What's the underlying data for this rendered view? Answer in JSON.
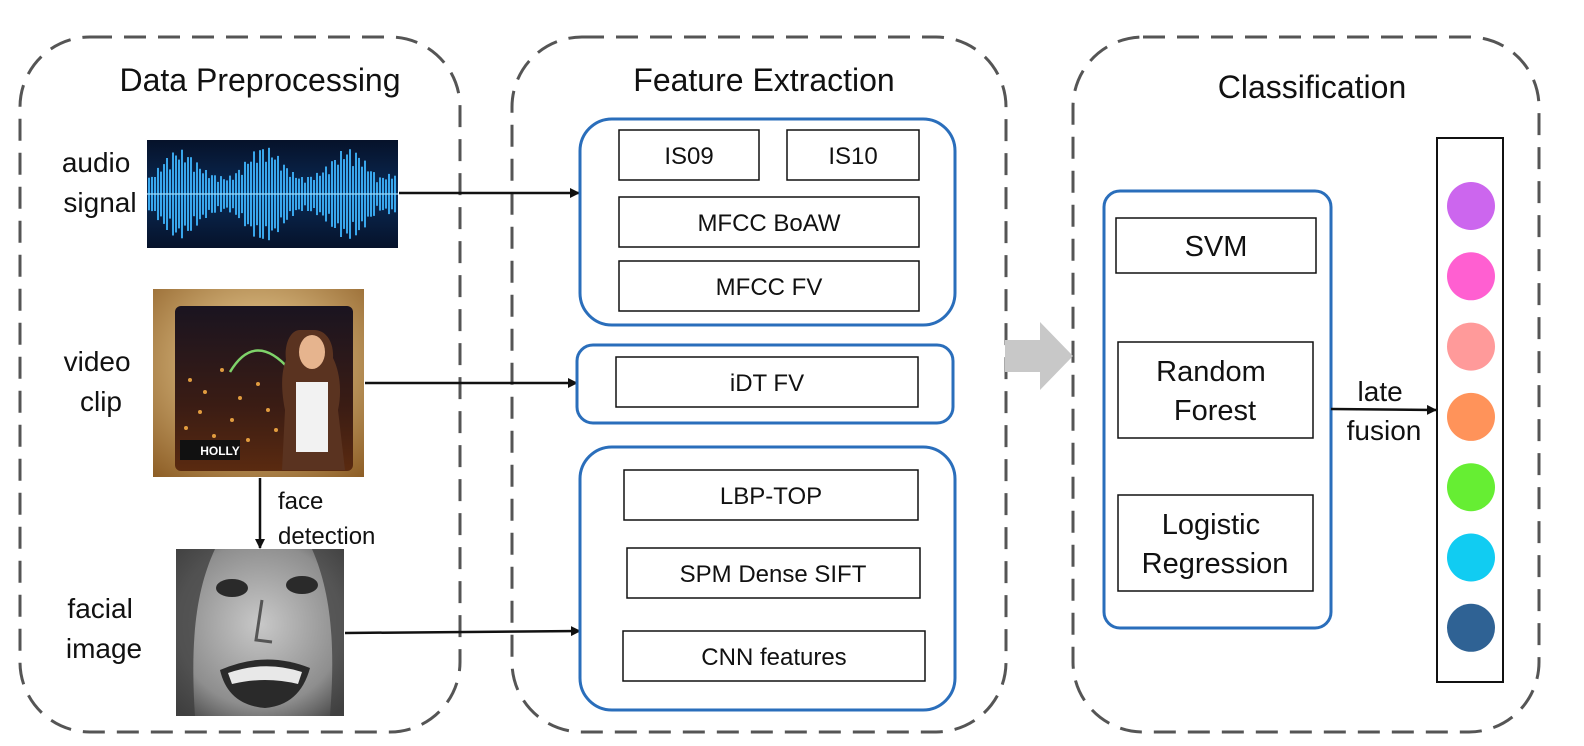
{
  "panels": {
    "preprocessing": {
      "title": "Data Preprocessing"
    },
    "extraction": {
      "title": "Feature Extraction"
    },
    "classification": {
      "title": "Classification"
    }
  },
  "inputs": {
    "audio": [
      "audio",
      "signal"
    ],
    "video": [
      "video",
      "clip"
    ],
    "face_detection": [
      "face",
      "detection"
    ],
    "facial": [
      "facial",
      "image"
    ],
    "video_caption": "HOLLY"
  },
  "features": {
    "audio": [
      "IS09",
      "IS10",
      "MFCC BoAW",
      "MFCC FV"
    ],
    "video": [
      "iDT FV"
    ],
    "face": [
      "LBP-TOP",
      "SPM Dense SIFT",
      "CNN features"
    ]
  },
  "classifiers": {
    "svm": [
      "SVM"
    ],
    "rf": [
      "Random",
      "Forest"
    ],
    "lr": [
      "Logistic",
      "Regression"
    ]
  },
  "fusion": [
    "late",
    "fusion"
  ],
  "output_colors": [
    "#cc66ee",
    "#ff5fd1",
    "#ff9a9a",
    "#ff935a",
    "#66ee33",
    "#11ccf2",
    "#2f6294"
  ],
  "colors": {
    "box_blue": "#2a6ebb",
    "dashed_border": "#555555",
    "gray_arrow": "#c8c8c8"
  }
}
